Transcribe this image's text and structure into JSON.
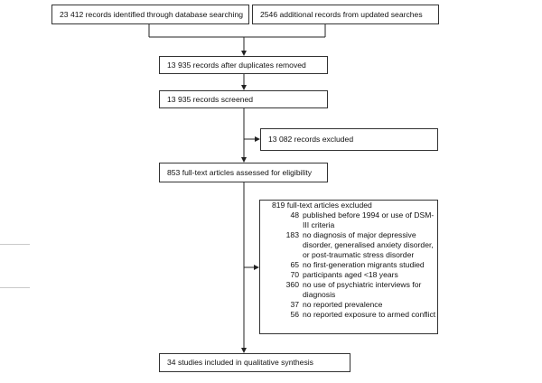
{
  "diagram": {
    "boxes": {
      "database": "23 412 records identified through database searching",
      "additional": "2546 additional records from updated searches",
      "after_duplicates": "13 935 records after duplicates removed",
      "screened": "13 935 records screened",
      "excluded": "13 082 records excluded",
      "full_text": "853 full-text articles assessed for eligibility",
      "included": "34 studies included in qualitative synthesis"
    },
    "full_text_excluded": {
      "heading": "819 full-text articles excluded",
      "reasons": [
        {
          "count": "48",
          "text": "published before 1994 or use of DSM-III criteria"
        },
        {
          "count": "183",
          "text": "no diagnosis of major depressive disorder, generalised anxiety disorder, or post-traumatic stress disorder"
        },
        {
          "count": "65",
          "text": "no first-generation migrants studied"
        },
        {
          "count": "70",
          "text": "participants aged <18 years"
        },
        {
          "count": "360",
          "text": "no use of psychiatric interviews for diagnosis"
        },
        {
          "count": "37",
          "text": "no reported prevalence"
        },
        {
          "count": "56",
          "text": "no reported exposure to armed conflict"
        }
      ]
    }
  }
}
